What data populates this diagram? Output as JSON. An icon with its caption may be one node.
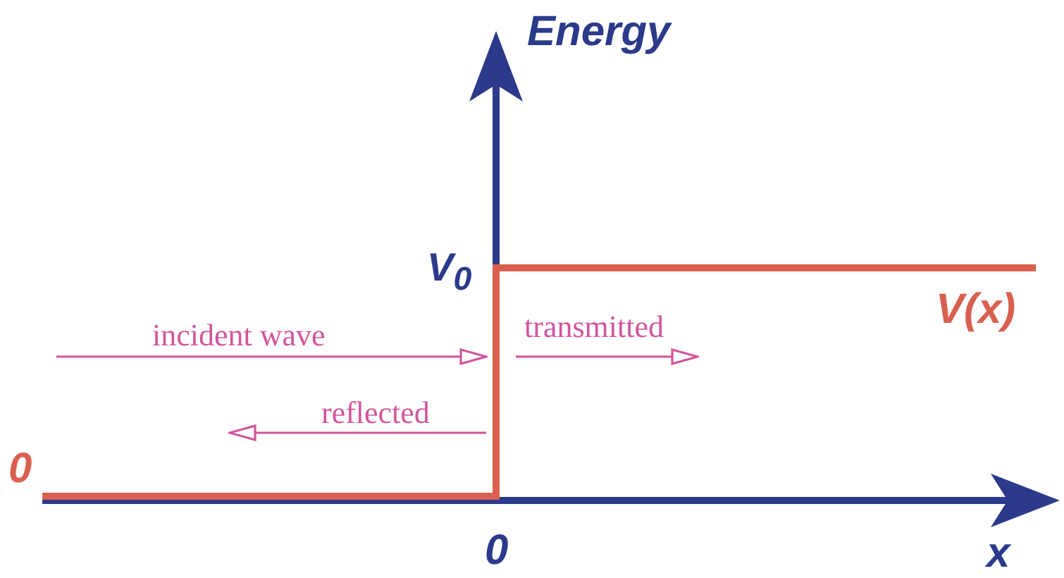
{
  "diagram": {
    "labels": [
      "Energy",
      "V$_{0}$",
      "V(x)",
      "incident wave",
      "transmitted",
      "reflected",
      "0",
      "0",
      "x"
    ]
  }
}
